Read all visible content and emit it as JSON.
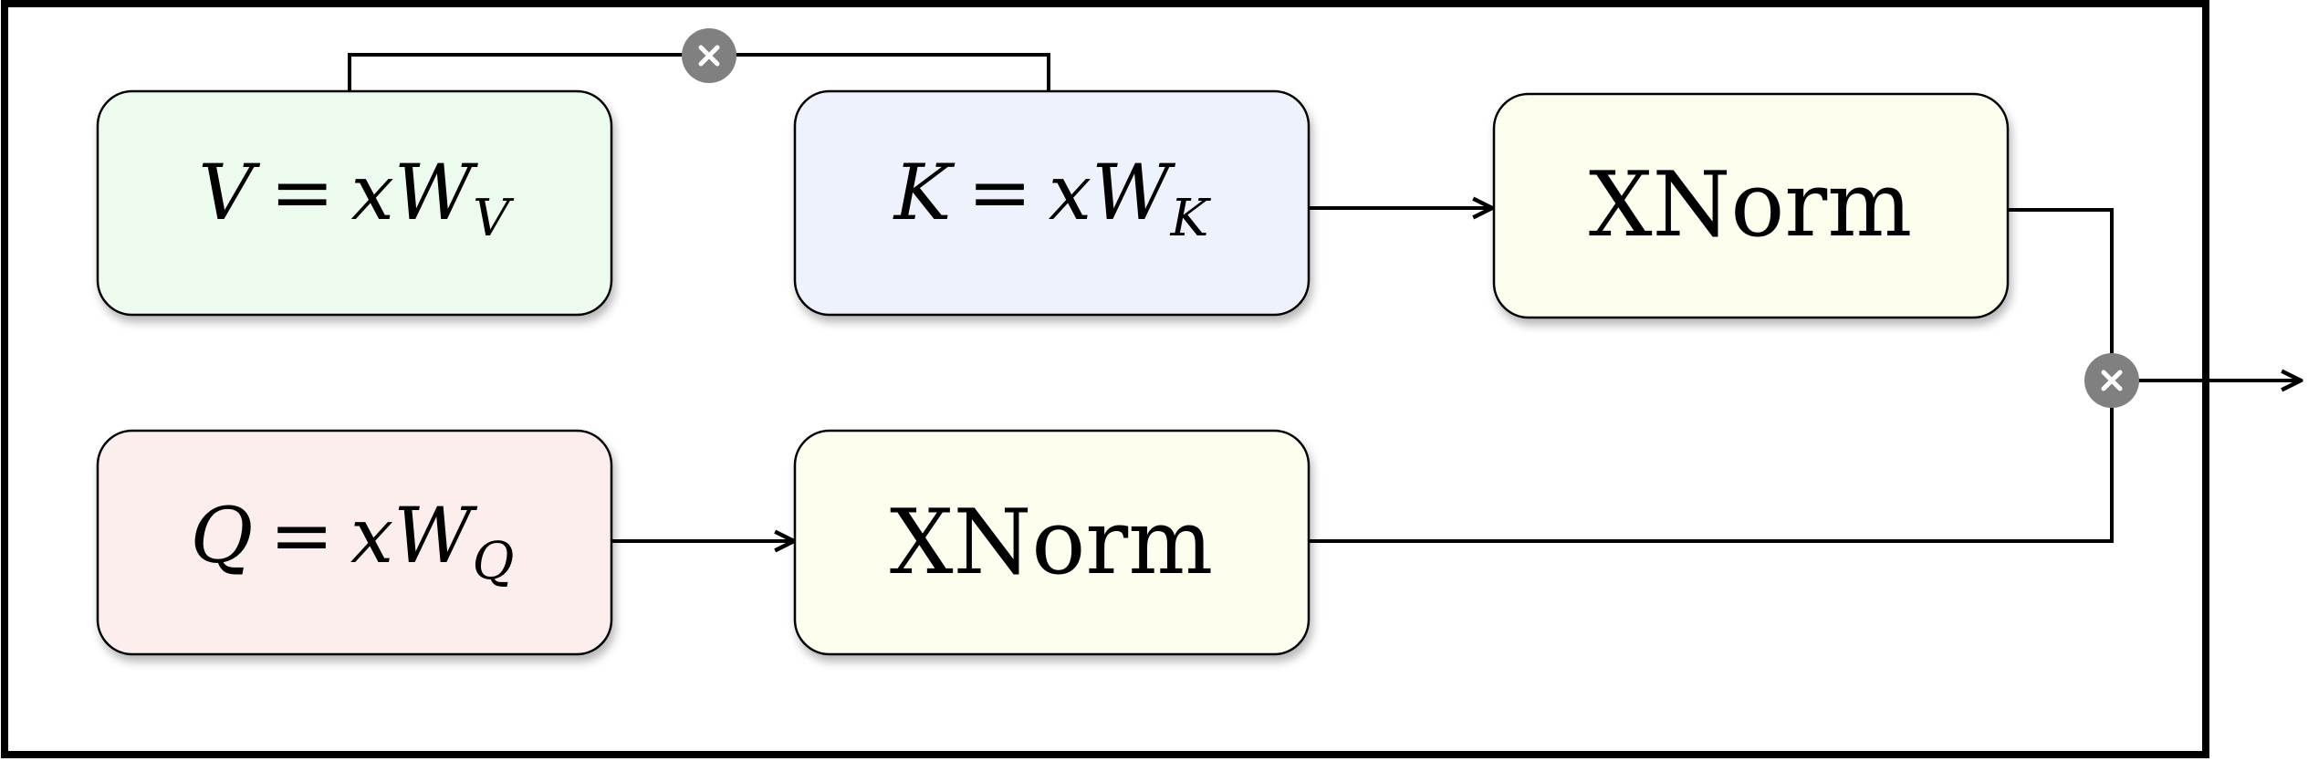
{
  "colors": {
    "frame": "#000000",
    "v_fill": "#edfbee",
    "k_fill": "#edf2fd",
    "q_fill": "#fdeeee",
    "xnorm_fill": "#fdfeee",
    "multiply_node": "#808080",
    "multiply_symbol": "#ffffff"
  },
  "boxes": {
    "v": {
      "var": "V",
      "eq": "=",
      "x": "x",
      "w": "W",
      "sub": "V"
    },
    "k": {
      "var": "K",
      "eq": "=",
      "x": "x",
      "w": "W",
      "sub": "K"
    },
    "q": {
      "var": "Q",
      "eq": "=",
      "x": "x",
      "w": "W",
      "sub": "Q"
    },
    "xnorm_top": {
      "label": "XNorm"
    },
    "xnorm_bottom": {
      "label": "XNorm"
    }
  },
  "nodes": {
    "multiply_top": {
      "symbol": "×",
      "icon": "multiply-icon"
    },
    "multiply_right": {
      "symbol": "×",
      "icon": "multiply-icon"
    }
  }
}
